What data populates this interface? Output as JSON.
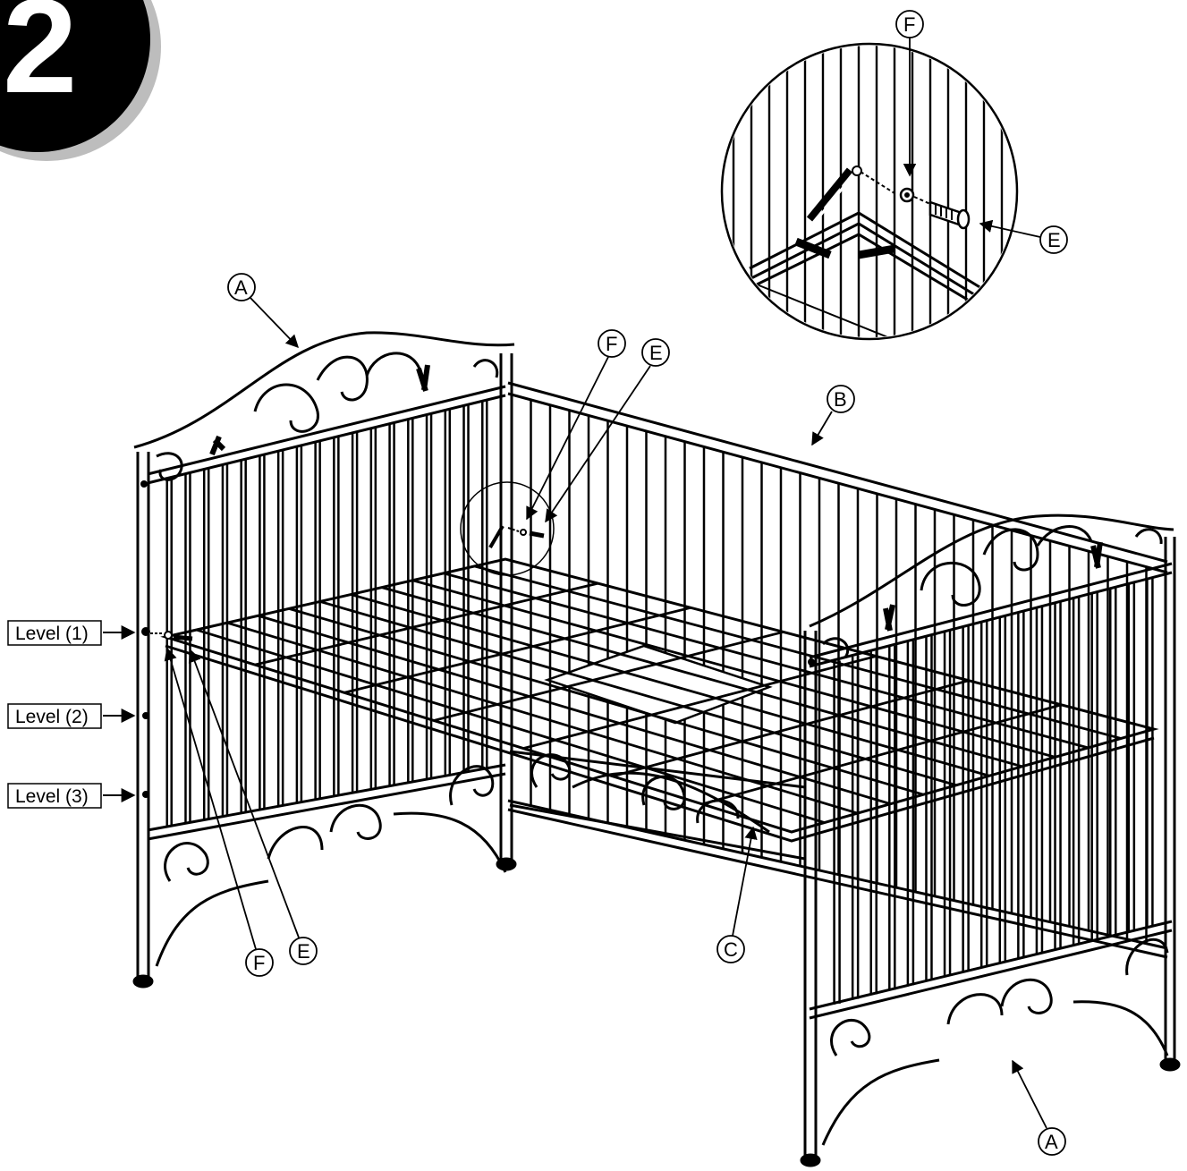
{
  "step": {
    "number": "2"
  },
  "callouts": {
    "a_top": "A",
    "a_bottom": "A",
    "b": "B",
    "c": "C",
    "e_mid": "E",
    "f_mid": "F",
    "e_left": "E",
    "f_left": "F",
    "e_detail": "E",
    "f_detail": "F"
  },
  "levels": [
    "Level (1)",
    "Level (2)",
    "Level (3)"
  ],
  "colors": {
    "ink": "#000000",
    "paper": "#ffffff",
    "shadow": "#bdbdbd"
  }
}
